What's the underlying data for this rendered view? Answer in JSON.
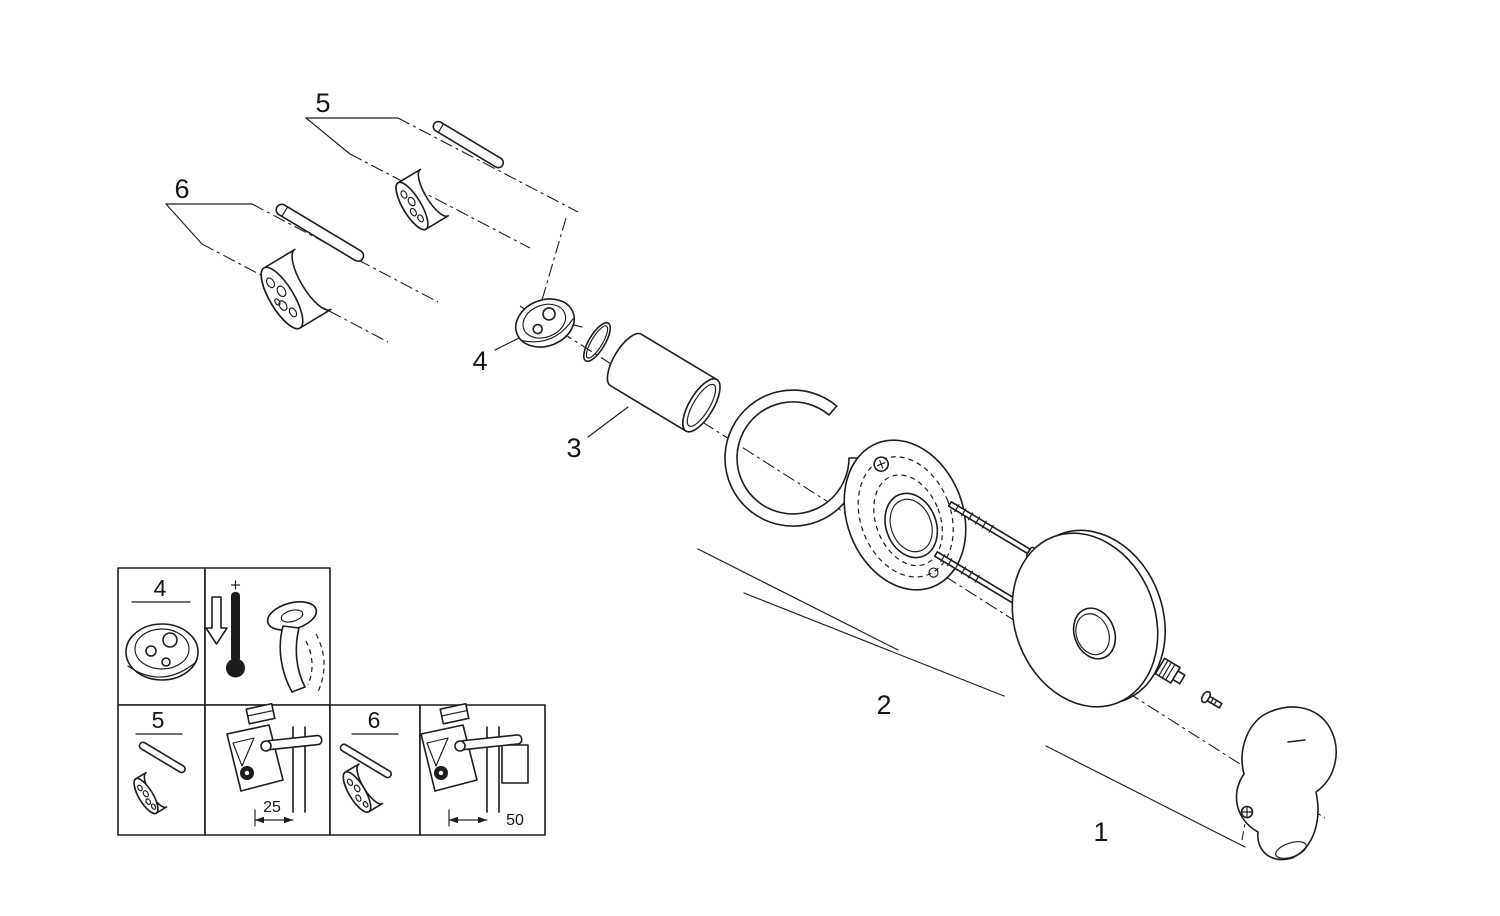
{
  "diagram": {
    "type": "exploded-parts-diagram",
    "callouts": {
      "c1": "1",
      "c2": "2",
      "c3": "3",
      "c4": "4",
      "c5": "5",
      "c6": "6"
    },
    "inset": {
      "box4_label": "4",
      "box5_label": "5",
      "box6_label": "6",
      "dim_25": "25",
      "dim_50": "50"
    },
    "colors": {
      "line": "#1d1d1d",
      "background": "#ffffff"
    }
  }
}
